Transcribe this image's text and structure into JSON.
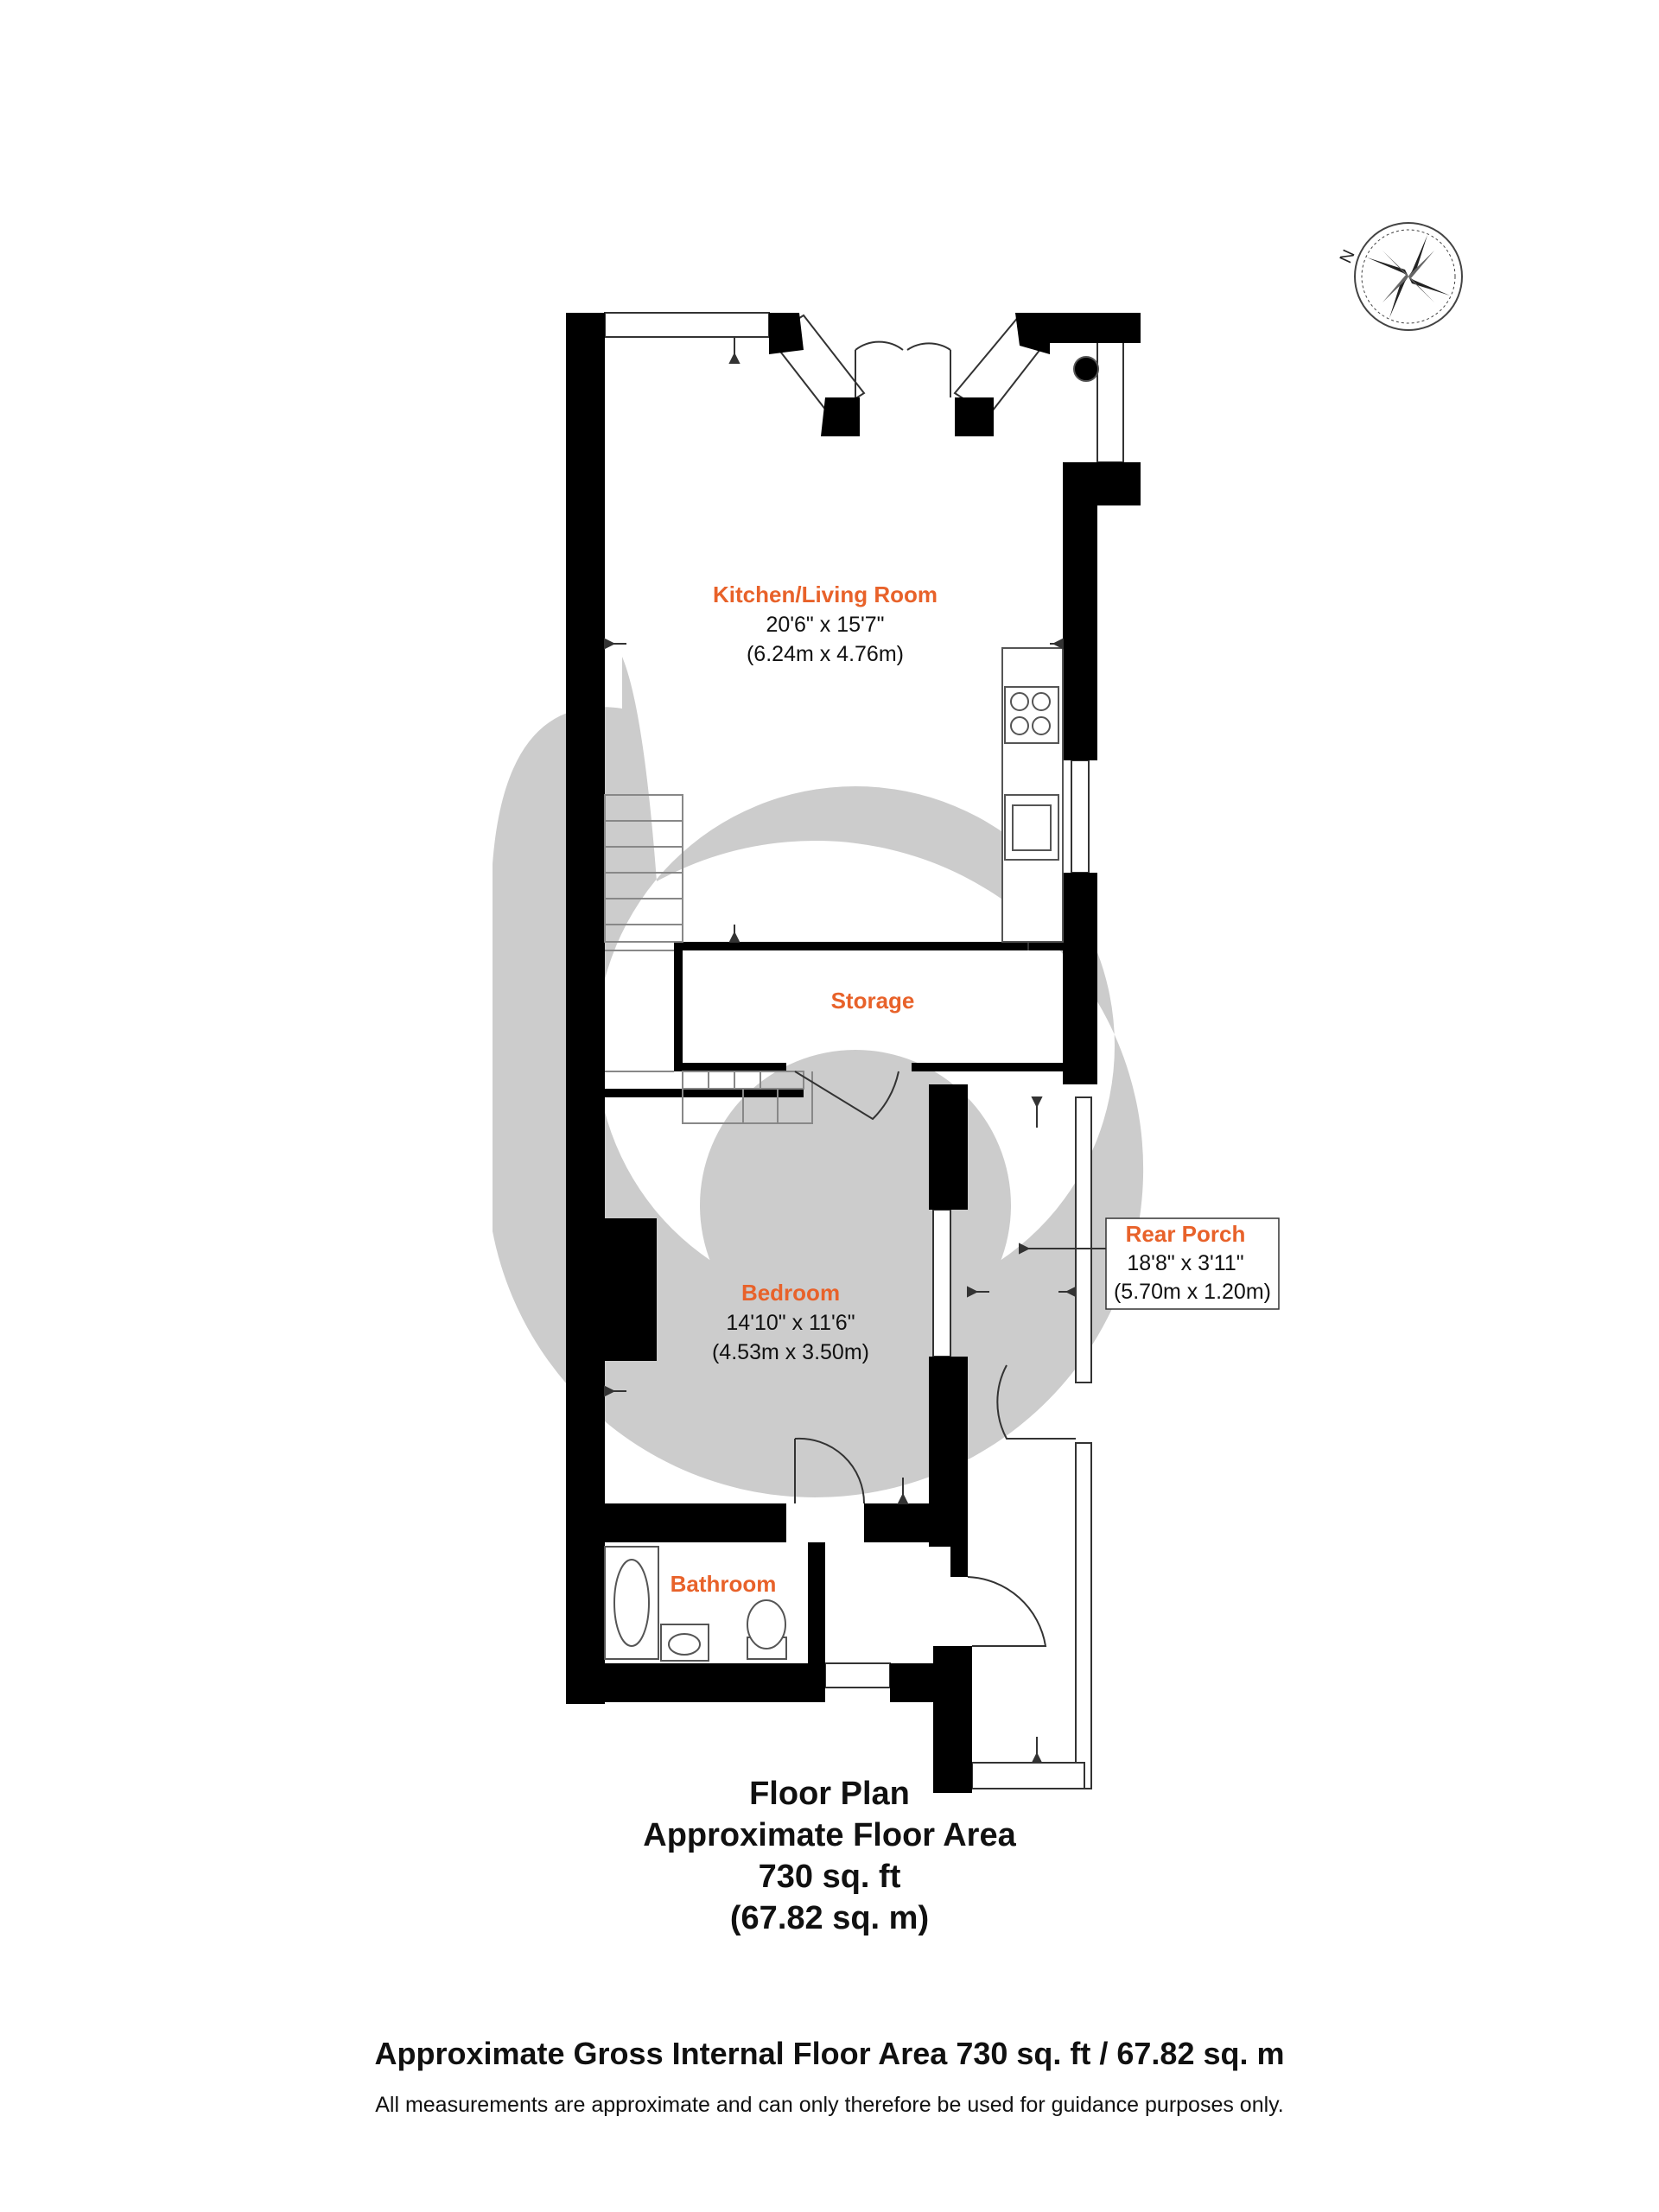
{
  "rooms": {
    "kitchen": {
      "name": "Kitchen/Living Room",
      "dim_imperial": "20'6\" x 15'7\"",
      "dim_metric": "(6.24m x 4.76m)"
    },
    "storage": {
      "name": "Storage"
    },
    "bedroom": {
      "name": "Bedroom",
      "dim_imperial": "14'10\" x 11'6\"",
      "dim_metric": "(4.53m x 3.50m)"
    },
    "rear_porch": {
      "name": "Rear Porch",
      "dim_imperial": "18'8\" x 3'11\"",
      "dim_metric": "(5.70m x 1.20m)"
    },
    "bathroom": {
      "name": "Bathroom"
    }
  },
  "compass": {
    "north_label": "N",
    "icon": "compass-rose-icon"
  },
  "caption": {
    "title": "Floor Plan",
    "area_label": "Approximate Floor Area",
    "area_sqft": "730 sq. ft",
    "area_sqm": "(67.82 sq. m)"
  },
  "footer": {
    "gross_area": "Approximate Gross Internal Floor Area 730 sq. ft / 67.82 sq. m",
    "disclaimer": "All measurements are approximate and can only therefore be used for guidance purposes only."
  },
  "colors": {
    "wall": "#000000",
    "room_label": "#e8622a",
    "watermark": "#cccccc"
  }
}
